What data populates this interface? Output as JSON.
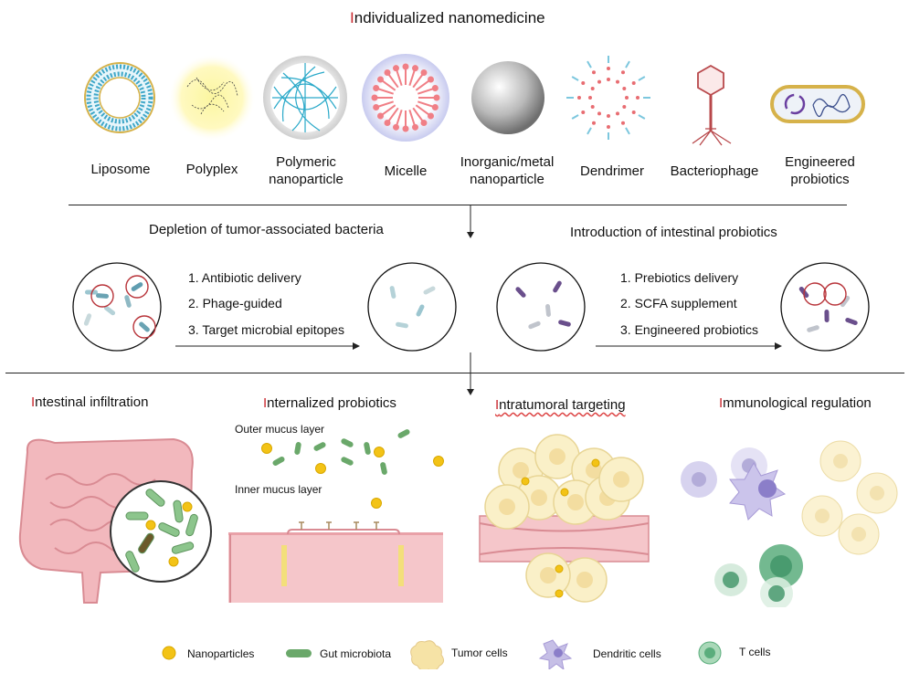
{
  "title": {
    "initial": "I",
    "rest": "ndividualized nanomedicine"
  },
  "carriers": [
    {
      "label": "Liposome"
    },
    {
      "label": "Polyplex"
    },
    {
      "label": "Polymeric",
      "label2": "nanoparticle"
    },
    {
      "label": "Micelle"
    },
    {
      "label": "Inorganic/metal",
      "label2": "nanoparticle"
    },
    {
      "label": "Dendrimer"
    },
    {
      "label": "Bacteriophage"
    },
    {
      "label": "Engineered",
      "label2": "probiotics"
    }
  ],
  "strategies": {
    "depletion": {
      "title": "Depletion of tumor-associated bacteria",
      "steps": [
        "1. Antibiotic delivery",
        "2. Phage-guided",
        "3. Target microbial epitopes"
      ]
    },
    "introduction": {
      "title": "Introduction of intestinal probiotics",
      "steps": [
        "1. Prebiotics delivery",
        "2. SCFA supplement",
        "3. Engineered probiotics"
      ]
    }
  },
  "panels": {
    "intestinal": {
      "initial": "I",
      "rest": "ntestinal infiltration"
    },
    "internalized": {
      "initial": "I",
      "rest": "nternalized probiotics",
      "outer": "Outer mucus layer",
      "inner": "Inner mucus layer"
    },
    "intratumoral": {
      "initial": "I",
      "rest": "ntratumoral targeting"
    },
    "immunological": {
      "initial": "I",
      "rest": "mmunological regulation"
    }
  },
  "legend": [
    {
      "label": "Nanoparticles"
    },
    {
      "label": "Gut microbiota"
    },
    {
      "label": "Tumor cells"
    },
    {
      "label": "Dendritic cells"
    },
    {
      "label": "T cells"
    }
  ],
  "colors": {
    "accent": "#c8262c",
    "nanoparticle": "#f3c316",
    "microbe": "#6aa86a",
    "tumor": "#f6e3a6",
    "dendritic": "#a79ad6",
    "tcell": "#5aad7c",
    "tissue": "#f2b8bd"
  }
}
